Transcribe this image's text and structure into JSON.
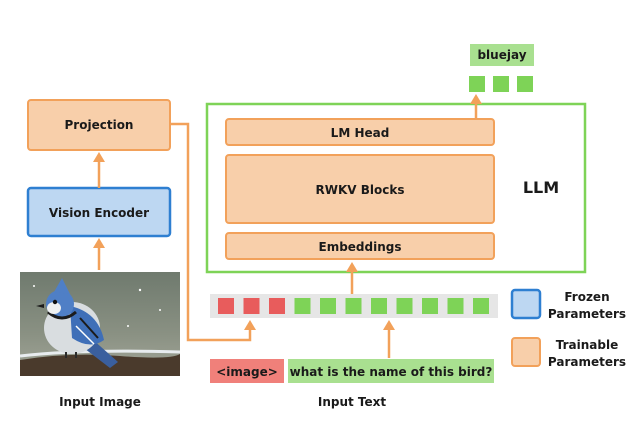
{
  "nodes": {
    "output_label": "bluejay",
    "lm_head": "LM Head",
    "rwkv_blocks": "RWKV Blocks",
    "embeddings": "Embeddings",
    "llm": "LLM",
    "projection": "Projection",
    "vision_encoder": "Vision Encoder",
    "image_token_label": "<image>",
    "text_token_label": "what is the name of this bird?"
  },
  "captions": {
    "input_image": "Input Image",
    "input_text": "Input Text"
  },
  "legend": {
    "frozen_line1": "Frozen",
    "frozen_line2": "Parameters",
    "trainable_line1": "Trainable",
    "trainable_line2": "Parameters"
  },
  "tokens": {
    "image_token_count": 3,
    "text_token_count": 8,
    "output_token_count": 3
  },
  "colors": {
    "frozen": "#bdd7f2",
    "frozen_border": "#2e7fd1",
    "trainable": "#f8cfaa",
    "trainable_border": "#f2a15a",
    "llm_border": "#7ed357",
    "image_token": "#e85c5c",
    "text_token": "#7ed357"
  }
}
